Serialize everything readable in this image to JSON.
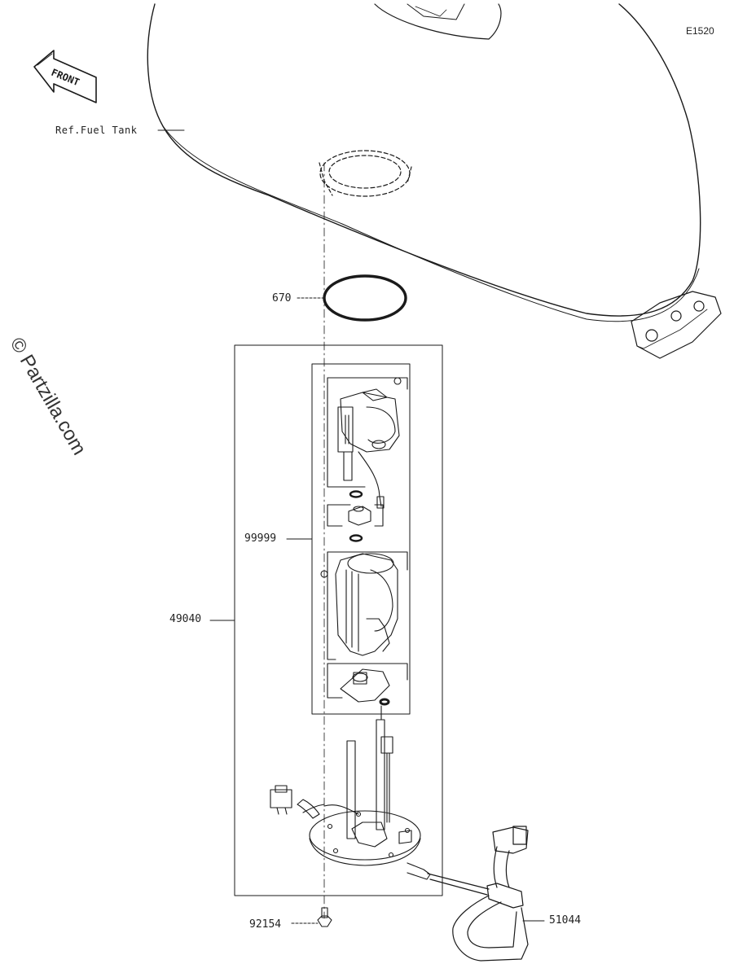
{
  "diagram_code": "E1520",
  "front_label": "FRONT",
  "reference_label": "Ref.Fuel Tank",
  "watermark": "© Partzilla.com",
  "parts": {
    "gasket": "670",
    "pump_subassembly": "99999",
    "pump_assembly": "49040",
    "bolt": "92154",
    "hose": "51044"
  },
  "colors": {
    "line": "#1a1a1a",
    "background": "#ffffff"
  }
}
